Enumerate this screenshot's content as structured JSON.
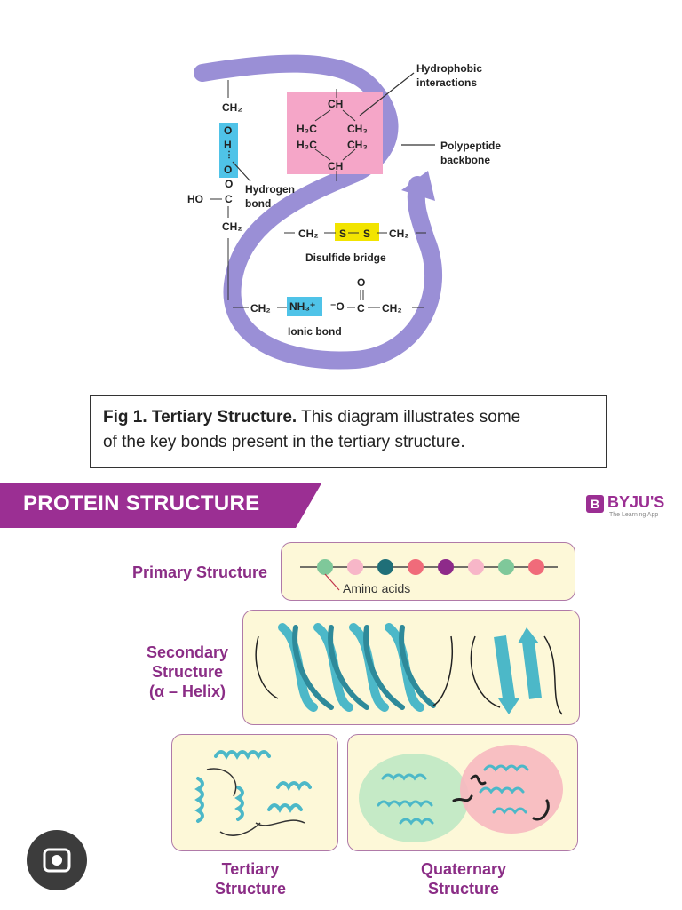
{
  "tertiary_diagram": {
    "hydrophobic_label_1": "Hydrophobic",
    "hydrophobic_label_2": "interactions",
    "backbone_label_1": "Polypeptide",
    "backbone_label_2": "backbone",
    "hbond_label_1": "Hydrogen",
    "hbond_label_2": "bond",
    "disulfide_label": "Disulfide bridge",
    "ionic_label": "Ionic bond",
    "ch2": "CH₂",
    "ch": "CH",
    "h3c": "H₃C",
    "ch3": "CH₃",
    "ho": "HO",
    "c": "C",
    "o": "O",
    "h": "H",
    "s": "S",
    "nh3": "NH₃⁺",
    "o_minus": "⁻O",
    "colors": {
      "backbone": "#9a8fd6",
      "hydrophobic": "#f5a6c8",
      "hbond": "#4fc3e8",
      "disulfide": "#f2e400",
      "ionic": "#4fc3e8"
    }
  },
  "caption": {
    "bold": "Fig 1. Tertiary Structure.",
    "text_line1": " This diagram illustrates some",
    "text_line2": "of the key bonds present in the tertiary structure."
  },
  "banner": {
    "title": "PROTEIN STRUCTURE",
    "color": "#9b2f93"
  },
  "logo": {
    "name": "BYJU'S",
    "tagline": "The Learning App"
  },
  "primary": {
    "label": "Primary Structure",
    "annotation": "Amino acids",
    "beads": [
      "#7fc89a",
      "#f7b6c8",
      "#1f6f78",
      "#f06b7a",
      "#8e2a8a",
      "#f7b6c8",
      "#7fc89a",
      "#f06b7a"
    ]
  },
  "secondary": {
    "label_1": "Secondary",
    "label_2": "Structure",
    "label_3": "(α – Helix)"
  },
  "tertiary": {
    "label_1": "Tertiary",
    "label_2": "Structure"
  },
  "quaternary": {
    "label_1": "Quaternary",
    "label_2": "Structure"
  }
}
